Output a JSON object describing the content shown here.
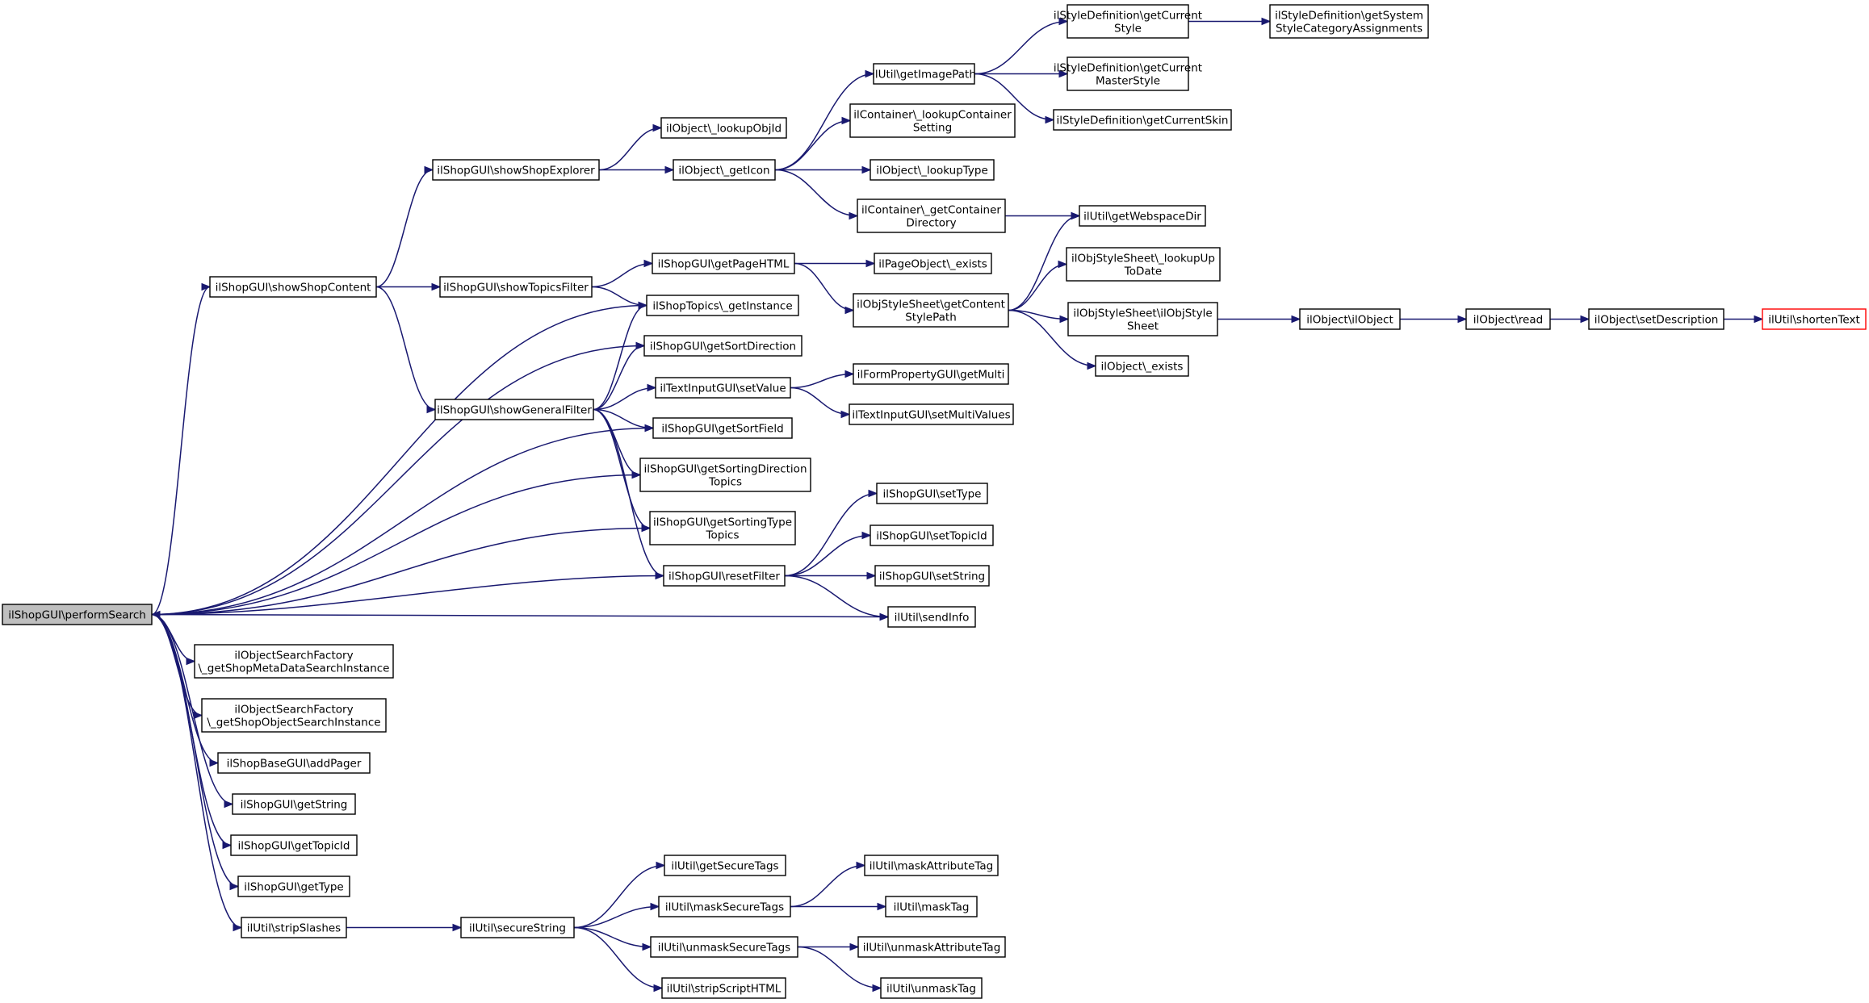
{
  "graph": {
    "nodes": {
      "performSearch": {
        "lines": [
          "ilShopGUI\\performSearch"
        ],
        "highlight": true
      },
      "showShopContent": {
        "lines": [
          "ilShopGUI\\showShopContent"
        ]
      },
      "showShopExplorer": {
        "lines": [
          "ilShopGUI\\showShopExplorer"
        ]
      },
      "lookupObjId": {
        "lines": [
          "ilObject\\_lookupObjId"
        ]
      },
      "getIcon": {
        "lines": [
          "ilObject\\_getIcon"
        ]
      },
      "getImagePath": {
        "lines": [
          "ilUtil\\getImagePath"
        ]
      },
      "getCurrentStyle": {
        "lines": [
          "ilStyleDefinition\\getCurrent",
          "Style"
        ]
      },
      "getSystemStyle": {
        "lines": [
          "ilStyleDefinition\\getSystem",
          "StyleCategoryAssignments"
        ]
      },
      "getCurrentMasterStyle": {
        "lines": [
          "ilStyleDefinition\\getCurrent",
          "MasterStyle"
        ]
      },
      "getCurrentSkin": {
        "lines": [
          "ilStyleDefinition\\getCurrentSkin"
        ]
      },
      "lookupContainerSetting": {
        "lines": [
          "ilContainer\\_lookupContainer",
          "Setting"
        ]
      },
      "lookupType": {
        "lines": [
          "ilObject\\_lookupType"
        ]
      },
      "getContainerDirectory": {
        "lines": [
          "ilContainer\\_getContainer",
          "Directory"
        ]
      },
      "getWebspaceDir": {
        "lines": [
          "ilUtil\\getWebspaceDir"
        ]
      },
      "showTopicsFilter": {
        "lines": [
          "ilShopGUI\\showTopicsFilter"
        ]
      },
      "getPageHTML": {
        "lines": [
          "ilShopGUI\\getPageHTML"
        ]
      },
      "pageExists": {
        "lines": [
          "ilPageObject\\_exists"
        ]
      },
      "getContentStylePath": {
        "lines": [
          "ilObjStyleSheet\\getContent",
          "StylePath"
        ]
      },
      "lookupUpToDate": {
        "lines": [
          "ilObjStyleSheet\\_lookupUp",
          "ToDate"
        ]
      },
      "ilObjStyleSheet": {
        "lines": [
          "ilObjStyleSheet\\ilObjStyle",
          "Sheet"
        ]
      },
      "ilObjectCtor": {
        "lines": [
          "ilObject\\ilObject"
        ]
      },
      "read": {
        "lines": [
          "ilObject\\read"
        ]
      },
      "setDescription": {
        "lines": [
          "ilObject\\setDescription"
        ]
      },
      "shortenText": {
        "lines": [
          "ilUtil\\shortenText"
        ],
        "truncated": true
      },
      "objExists": {
        "lines": [
          "ilObject\\_exists"
        ]
      },
      "getInstance": {
        "lines": [
          "ilShopTopics\\_getInstance"
        ]
      },
      "getSortDirection": {
        "lines": [
          "ilShopGUI\\getSortDirection"
        ]
      },
      "showGeneralFilter": {
        "lines": [
          "ilShopGUI\\showGeneralFilter"
        ]
      },
      "setValue": {
        "lines": [
          "ilTextInputGUI\\setValue"
        ]
      },
      "getMulti": {
        "lines": [
          "ilFormPropertyGUI\\getMulti"
        ]
      },
      "setMultiValues": {
        "lines": [
          "ilTextInputGUI\\setMultiValues"
        ]
      },
      "getSortField": {
        "lines": [
          "ilShopGUI\\getSortField"
        ]
      },
      "getSortingDirectionTopics": {
        "lines": [
          "ilShopGUI\\getSortingDirection",
          "Topics"
        ]
      },
      "getSortingTypeTopics": {
        "lines": [
          "ilShopGUI\\getSortingType",
          "Topics"
        ]
      },
      "setType": {
        "lines": [
          "ilShopGUI\\setType"
        ]
      },
      "setTopicId": {
        "lines": [
          "ilShopGUI\\setTopicId"
        ]
      },
      "resetFilter": {
        "lines": [
          "ilShopGUI\\resetFilter"
        ]
      },
      "setString": {
        "lines": [
          "ilShopGUI\\setString"
        ]
      },
      "sendInfo": {
        "lines": [
          "ilUtil\\sendInfo"
        ]
      },
      "metaSearch": {
        "lines": [
          "ilObjectSearchFactory",
          "\\_getShopMetaDataSearchInstance"
        ]
      },
      "objectSearch": {
        "lines": [
          "ilObjectSearchFactory",
          "\\_getShopObjectSearchInstance"
        ]
      },
      "addPager": {
        "lines": [
          "ilShopBaseGUI\\addPager"
        ]
      },
      "getString": {
        "lines": [
          "ilShopGUI\\getString"
        ]
      },
      "getTopicId": {
        "lines": [
          "ilShopGUI\\getTopicId"
        ]
      },
      "getType": {
        "lines": [
          "ilShopGUI\\getType"
        ]
      },
      "stripSlashes": {
        "lines": [
          "ilUtil\\stripSlashes"
        ]
      },
      "secureString": {
        "lines": [
          "ilUtil\\secureString"
        ]
      },
      "getSecureTags": {
        "lines": [
          "ilUtil\\getSecureTags"
        ]
      },
      "maskSecureTags": {
        "lines": [
          "ilUtil\\maskSecureTags"
        ]
      },
      "unmaskSecureTags": {
        "lines": [
          "ilUtil\\unmaskSecureTags"
        ]
      },
      "stripScriptHTML": {
        "lines": [
          "ilUtil\\stripScriptHTML"
        ]
      },
      "maskAttributeTag": {
        "lines": [
          "ilUtil\\maskAttributeTag"
        ]
      },
      "maskTag": {
        "lines": [
          "ilUtil\\maskTag"
        ]
      },
      "unmaskAttributeTag": {
        "lines": [
          "ilUtil\\unmaskAttributeTag"
        ]
      },
      "unmaskTag": {
        "lines": [
          "ilUtil\\unmaskTag"
        ]
      }
    },
    "edges": [
      [
        "performSearch",
        "showShopContent"
      ],
      [
        "performSearch",
        "getInstance"
      ],
      [
        "performSearch",
        "getSortDirection"
      ],
      [
        "performSearch",
        "getSortField"
      ],
      [
        "performSearch",
        "getSortingDirectionTopics"
      ],
      [
        "performSearch",
        "getSortingTypeTopics"
      ],
      [
        "performSearch",
        "sendInfo"
      ],
      [
        "performSearch",
        "metaSearch"
      ],
      [
        "performSearch",
        "objectSearch"
      ],
      [
        "performSearch",
        "addPager"
      ],
      [
        "performSearch",
        "getString"
      ],
      [
        "performSearch",
        "getTopicId"
      ],
      [
        "performSearch",
        "getType"
      ],
      [
        "performSearch",
        "stripSlashes"
      ],
      [
        "showShopContent",
        "showShopExplorer"
      ],
      [
        "showShopContent",
        "showTopicsFilter"
      ],
      [
        "showShopContent",
        "showGeneralFilter"
      ],
      [
        "showShopExplorer",
        "lookupObjId"
      ],
      [
        "showShopExplorer",
        "getIcon"
      ],
      [
        "getIcon",
        "getImagePath"
      ],
      [
        "getIcon",
        "lookupContainerSetting"
      ],
      [
        "getIcon",
        "lookupType"
      ],
      [
        "getIcon",
        "getContainerDirectory"
      ],
      [
        "getImagePath",
        "getCurrentStyle"
      ],
      [
        "getImagePath",
        "getCurrentMasterStyle"
      ],
      [
        "getImagePath",
        "getCurrentSkin"
      ],
      [
        "getCurrentStyle",
        "getSystemStyle"
      ],
      [
        "getContainerDirectory",
        "getWebspaceDir"
      ],
      [
        "showTopicsFilter",
        "getPageHTML"
      ],
      [
        "showTopicsFilter",
        "getInstance"
      ],
      [
        "getPageHTML",
        "pageExists"
      ],
      [
        "getPageHTML",
        "getContentStylePath"
      ],
      [
        "getContentStylePath",
        "getWebspaceDir"
      ],
      [
        "getContentStylePath",
        "lookupUpToDate"
      ],
      [
        "getContentStylePath",
        "ilObjStyleSheet"
      ],
      [
        "getContentStylePath",
        "objExists"
      ],
      [
        "ilObjStyleSheet",
        "ilObjectCtor"
      ],
      [
        "ilObjectCtor",
        "read"
      ],
      [
        "read",
        "setDescription"
      ],
      [
        "setDescription",
        "shortenText"
      ],
      [
        "showGeneralFilter",
        "getInstance"
      ],
      [
        "showGeneralFilter",
        "getSortDirection"
      ],
      [
        "showGeneralFilter",
        "setValue"
      ],
      [
        "showGeneralFilter",
        "getSortField"
      ],
      [
        "showGeneralFilter",
        "getSortingDirectionTopics"
      ],
      [
        "showGeneralFilter",
        "getSortingTypeTopics"
      ],
      [
        "showGeneralFilter",
        "resetFilter"
      ],
      [
        "setValue",
        "getMulti"
      ],
      [
        "setValue",
        "setMultiValues"
      ],
      [
        "resetFilter",
        "setType"
      ],
      [
        "resetFilter",
        "setTopicId"
      ],
      [
        "resetFilter",
        "setString"
      ],
      [
        "resetFilter",
        "sendInfo"
      ],
      [
        "resetFilter",
        "performSearch"
      ],
      [
        "stripSlashes",
        "secureString"
      ],
      [
        "secureString",
        "getSecureTags"
      ],
      [
        "secureString",
        "maskSecureTags"
      ],
      [
        "secureString",
        "unmaskSecureTags"
      ],
      [
        "secureString",
        "stripScriptHTML"
      ],
      [
        "maskSecureTags",
        "maskAttributeTag"
      ],
      [
        "maskSecureTags",
        "maskTag"
      ],
      [
        "unmaskSecureTags",
        "unmaskAttributeTag"
      ],
      [
        "unmaskSecureTags",
        "unmaskTag"
      ]
    ],
    "colors": {
      "edge": "#191970",
      "highlight_fill": "#bfbfbf",
      "truncated_border": "#ff0000"
    }
  }
}
